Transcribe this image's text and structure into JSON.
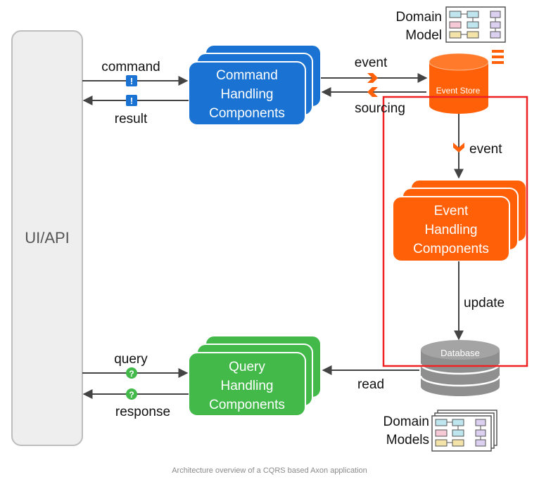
{
  "ui_api": {
    "label": "UI/API"
  },
  "command_handling": {
    "line1": "Command",
    "line2": "Handling",
    "line3": "Components"
  },
  "query_handling": {
    "line1": "Query",
    "line2": "Handling",
    "line3": "Components"
  },
  "event_handling": {
    "line1": "Event",
    "line2": "Handling",
    "line3": "Components"
  },
  "event_store": {
    "label": "Event Store"
  },
  "database": {
    "label": "Database"
  },
  "domain_model": {
    "line1": "Domain",
    "line2": "Model"
  },
  "domain_models": {
    "line1": "Domain",
    "line2": "Models"
  },
  "edges": {
    "command": "command",
    "result": "result",
    "event_to_store": "event",
    "sourcing": "sourcing",
    "event_down": "event",
    "update": "update",
    "query": "query",
    "response": "response",
    "read": "read"
  },
  "caption": "Architecture overview of a CQRS based Axon application",
  "colors": {
    "command_blue": "#1a73d2",
    "query_green": "#43b94a",
    "event_orange": "#ff6008",
    "database_gray": "#8f8f8f",
    "highlight_red": "#ee2222",
    "ui_panel": "#eeeeee"
  }
}
